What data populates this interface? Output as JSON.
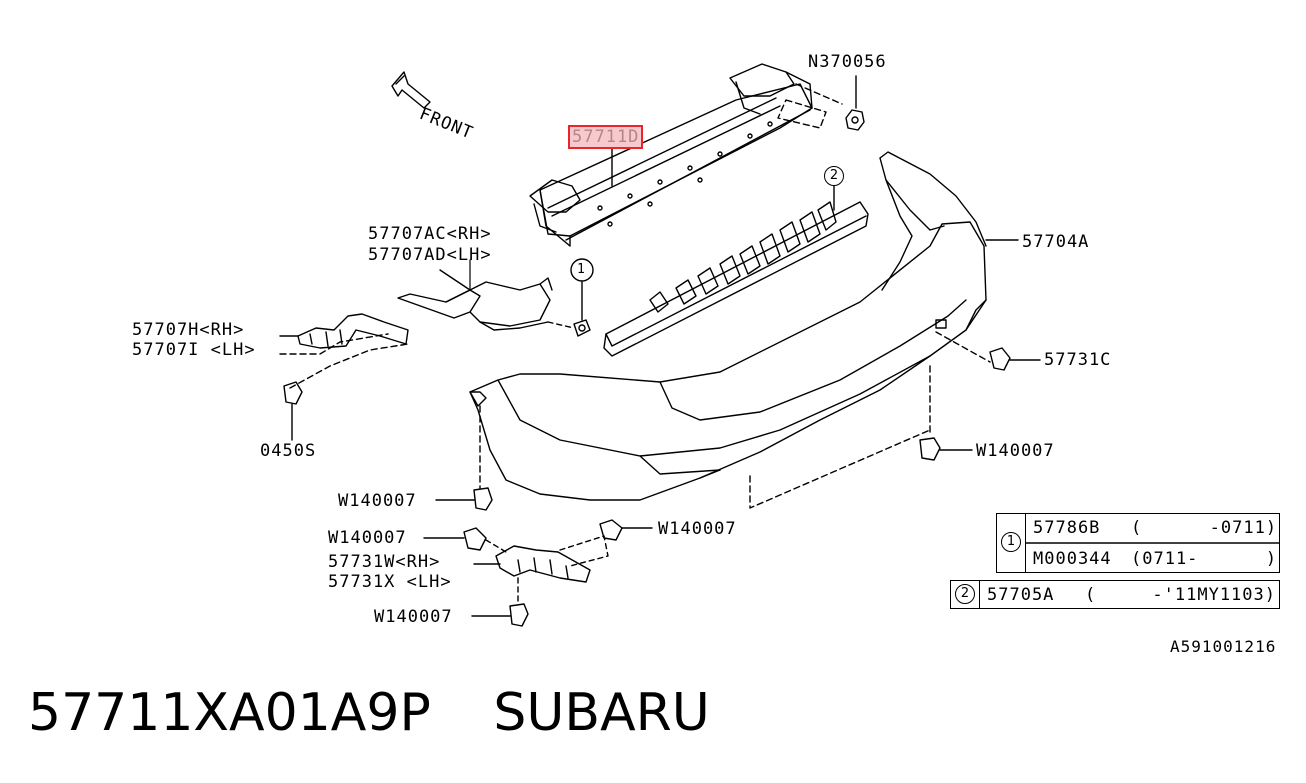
{
  "diagram": {
    "front_label": "FRONT",
    "parts": {
      "n370056": "N370056",
      "p57711d": "57711D",
      "p57704a": "57704A",
      "p57707ac": "57707AC<RH>",
      "p57707ad": "57707AD<LH>",
      "p57707h": "57707H<RH>",
      "p57707i": "57707I <LH>",
      "p57731c": "57731C",
      "p0450s": "0450S",
      "w140007_right": "W140007",
      "w140007_left": "W140007",
      "w140007_clip": "W140007",
      "w140007_bracket": "W140007",
      "w140007_bottom": "W140007",
      "p57731w": "57731W<RH>",
      "p57731x": "57731X <LH>",
      "callout_1": "1",
      "callout_2": "2",
      "callout_1b": "1"
    },
    "table1": {
      "ref": "1",
      "rows": [
        {
          "part": "57786B",
          "range": "(      -0711)"
        },
        {
          "part": "M000344",
          "range": "(0711-      )"
        }
      ]
    },
    "table2": {
      "ref": "2",
      "part": "57705A",
      "range": "(     -'11MY1103)"
    },
    "diagram_id": "A591001216"
  },
  "footer": {
    "part_number": "57711XA01A9P",
    "brand": "SUBARU"
  }
}
